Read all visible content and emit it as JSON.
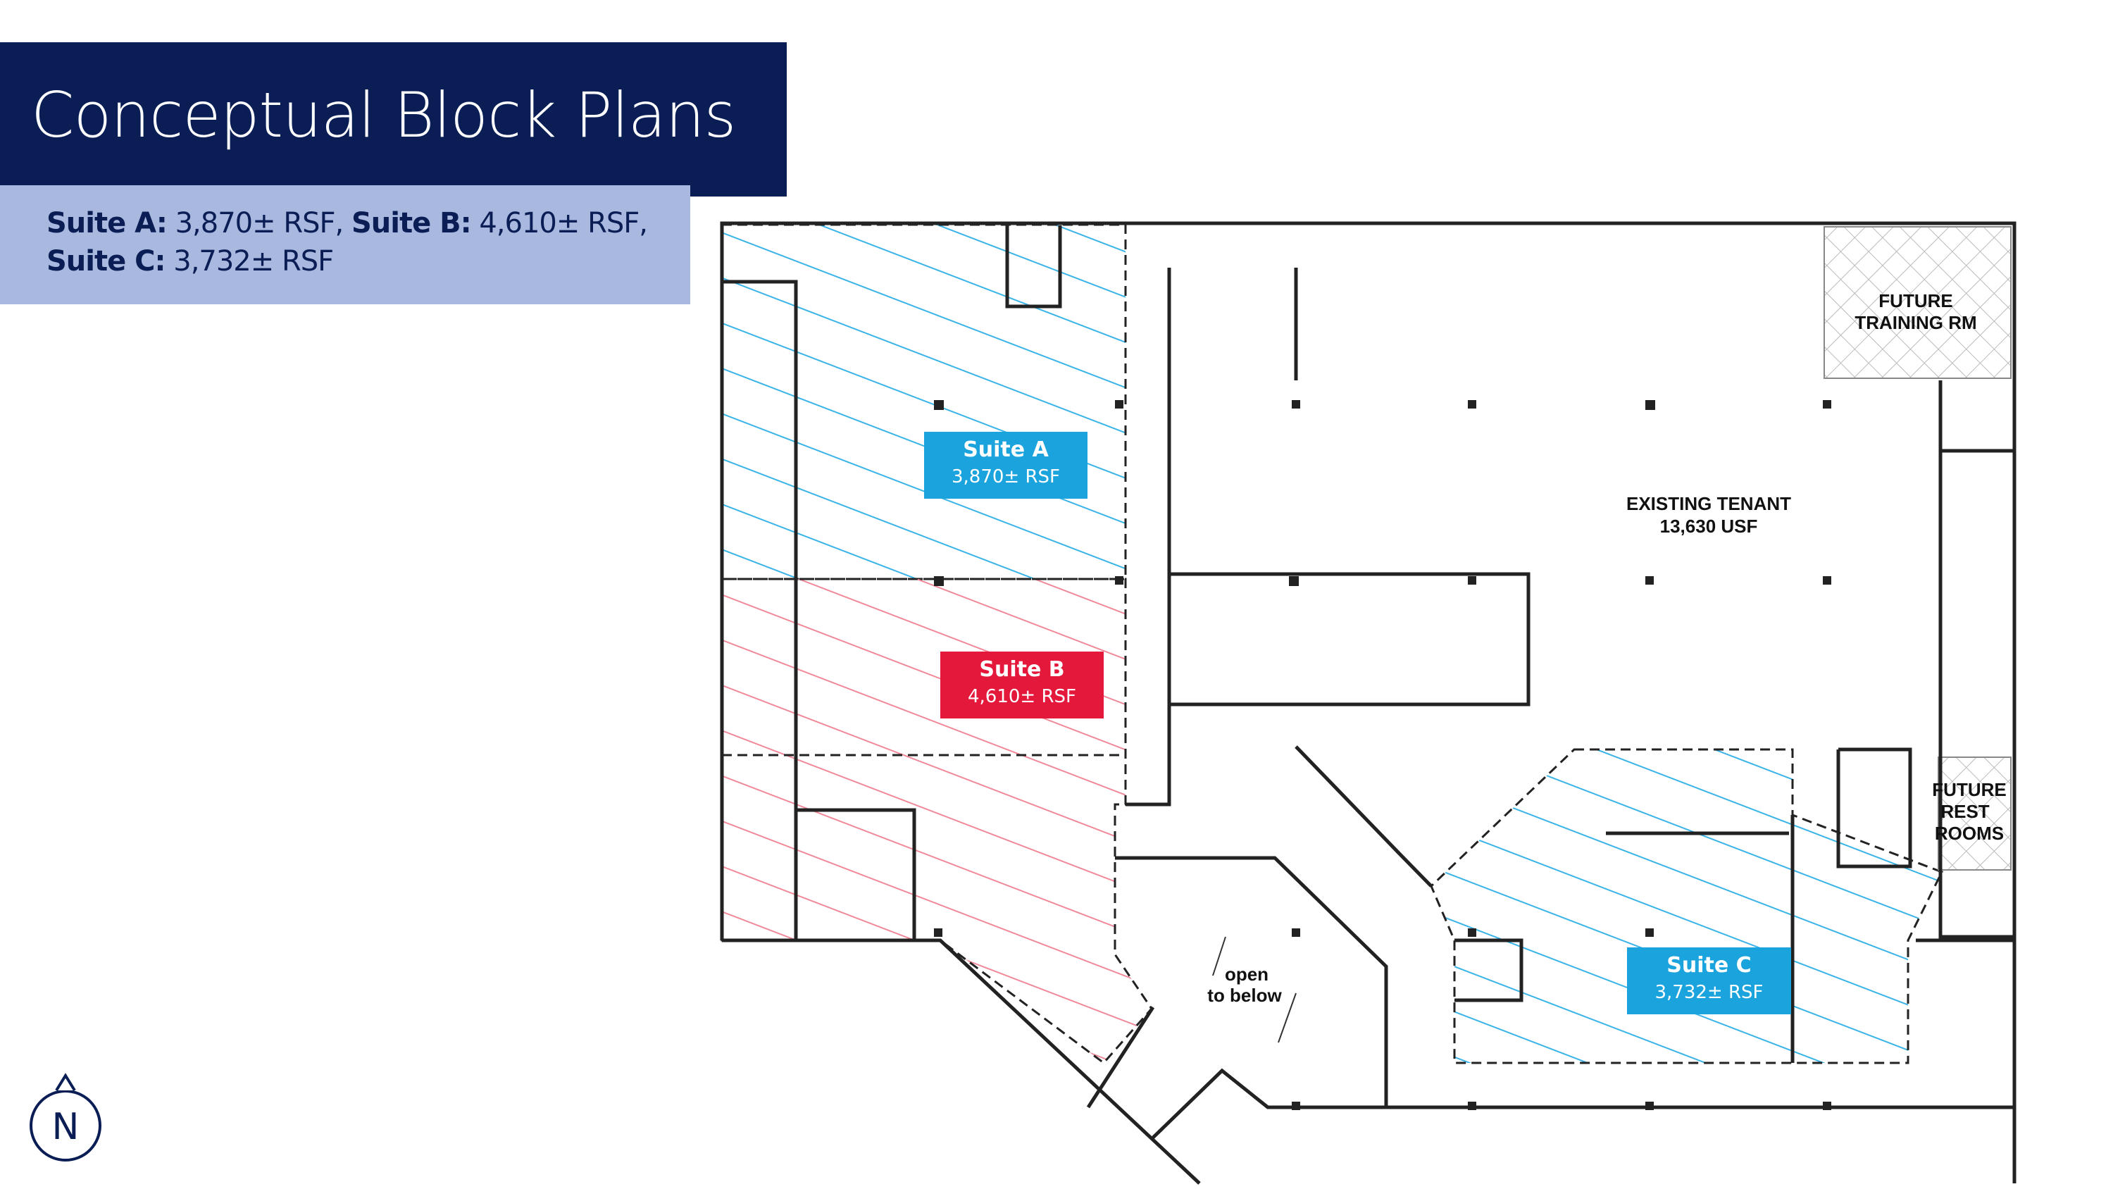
{
  "header": {
    "title": "Conceptual Block Plans",
    "summary": [
      {
        "suite": "Suite A:",
        "area": " 3,870± RSF, "
      },
      {
        "suite": "Suite B:",
        "area": " 4,610± RSF,"
      },
      {
        "suite": "Suite C:",
        "area": " 3,732± RSF"
      }
    ]
  },
  "suites": [
    {
      "name": "Suite A",
      "area": "3,870± RSF",
      "color": "#1aa3dc"
    },
    {
      "name": "Suite B",
      "area": "4,610± RSF",
      "color": "#e3183b"
    },
    {
      "name": "Suite C",
      "area": "3,732± RSF",
      "color": "#1aa3dc"
    }
  ],
  "plan_labels": {
    "existing_tenant": [
      "EXISTING TENANT",
      "13,630 USF"
    ],
    "future_training": [
      "FUTURE",
      "TRAINING RM"
    ],
    "future_restrooms": [
      "FUTURE",
      "REST",
      "ROOMS"
    ],
    "open_below": [
      "open",
      "to below"
    ]
  },
  "compass": {
    "label": "N"
  },
  "colors": {
    "navy": "#0a1e55",
    "light_blue_panel": "#a9b8df",
    "hatch_blue": "#3ab4e6",
    "hatch_pink": "#f08a9a"
  }
}
